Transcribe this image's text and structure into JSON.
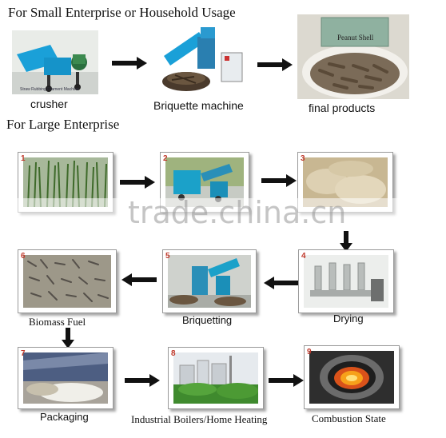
{
  "headings": {
    "small": "For Small Enterprise or Household Usage",
    "large": "For Large Enterprise"
  },
  "small_flow": {
    "crusher_photo_caption": "Straw Rubbing Filament Machine",
    "crusher": "crusher",
    "briquette_machine": "Briquette machine",
    "final_products": "final products",
    "shell_sign": "Peanut Shell"
  },
  "steps": [
    {
      "num": "1",
      "label": ""
    },
    {
      "num": "2",
      "label": ""
    },
    {
      "num": "3",
      "label": ""
    },
    {
      "num": "4",
      "label": "Drying"
    },
    {
      "num": "5",
      "label": "Briquetting"
    },
    {
      "num": "6",
      "label": "Biomass Fuel"
    },
    {
      "num": "7",
      "label": "Packaging"
    },
    {
      "num": "8",
      "label": "Industrial Boilers/Home Heating"
    },
    {
      "num": "9",
      "label": "Combustion State"
    }
  ],
  "watermark": "trade.china.cn",
  "colors": {
    "number_red": "#c0392b",
    "arrow": "#111111"
  },
  "icons": [
    "arrow-right-icon",
    "arrow-left-icon",
    "arrow-down-icon"
  ]
}
